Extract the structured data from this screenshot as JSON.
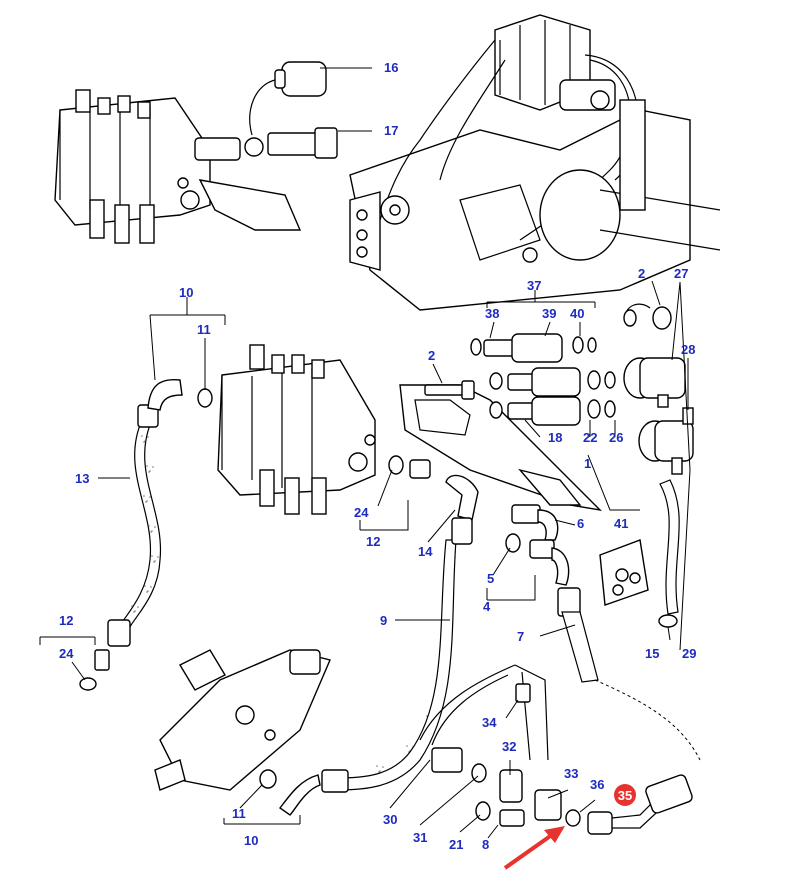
{
  "labels": {
    "l16": "16",
    "l17": "17",
    "l10a": "10",
    "l11a": "11",
    "l2a": "2",
    "l27": "27",
    "l37": "37",
    "l38": "38",
    "l39": "39",
    "l40": "40",
    "l28": "28",
    "l2b": "2",
    "l13": "13",
    "l18": "18",
    "l22": "22",
    "l26": "26",
    "l1": "1",
    "l24a": "24",
    "l12a": "12",
    "l14": "14",
    "l6": "6",
    "l41": "41",
    "l5": "5",
    "l4": "4",
    "l9": "9",
    "l7": "7",
    "l12b": "12",
    "l24b": "24",
    "l15": "15",
    "l29": "29",
    "l34": "34",
    "l32": "32",
    "l33": "33",
    "l36": "36",
    "l35": "35",
    "l11b": "11",
    "l10b": "10",
    "l30": "30",
    "l31": "31",
    "l21": "21",
    "l8": "8"
  },
  "colors": {
    "label": "#1f2bbf",
    "highlight": "#e8322d",
    "line": "#000000"
  }
}
